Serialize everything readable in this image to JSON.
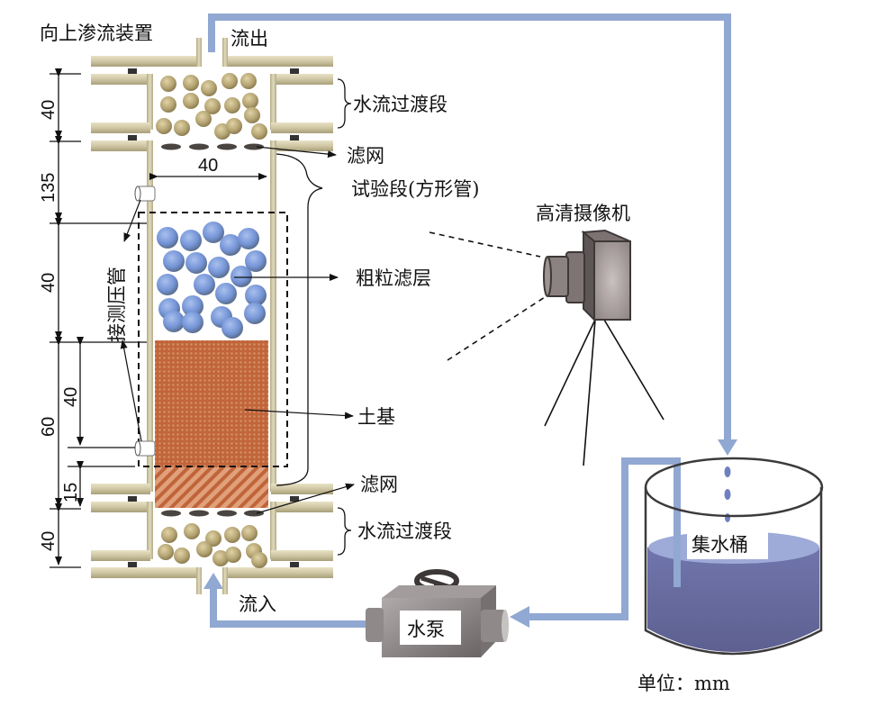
{
  "title": "向上渗流装置",
  "labels": {
    "outflow": "流出",
    "inflow": "流入",
    "transition_top": "水流过渡段",
    "transition_bottom": "水流过渡段",
    "filter_mesh_top": "滤网",
    "filter_mesh_bottom": "滤网",
    "test_section": "试验段(方形管)",
    "coarse_filter": "粗粒滤层",
    "soil_base": "土基",
    "piezometer": "接测压管",
    "camera": "高清摄像机",
    "bucket": "集水桶",
    "pump": "水泵",
    "unit": "单位：mm"
  },
  "dimensions": {
    "top_transition": "40",
    "upper_gap": "135",
    "width": "40",
    "coarse_layer": "40",
    "soil_layer": "60",
    "piezometer_spacing": "40",
    "bottom_mesh_zone": "15",
    "bottom_transition": "40"
  },
  "colors": {
    "pipe": "#91a8d2",
    "frame": "#cfc6a3",
    "frame_dark": "#a39a73",
    "tan_ball": "#b8a878",
    "blue_ball": "#7a9ad8",
    "soil": "#c0643a",
    "water": "#6f76a8",
    "camera": "#9c9090",
    "pump": "#8a8484"
  }
}
